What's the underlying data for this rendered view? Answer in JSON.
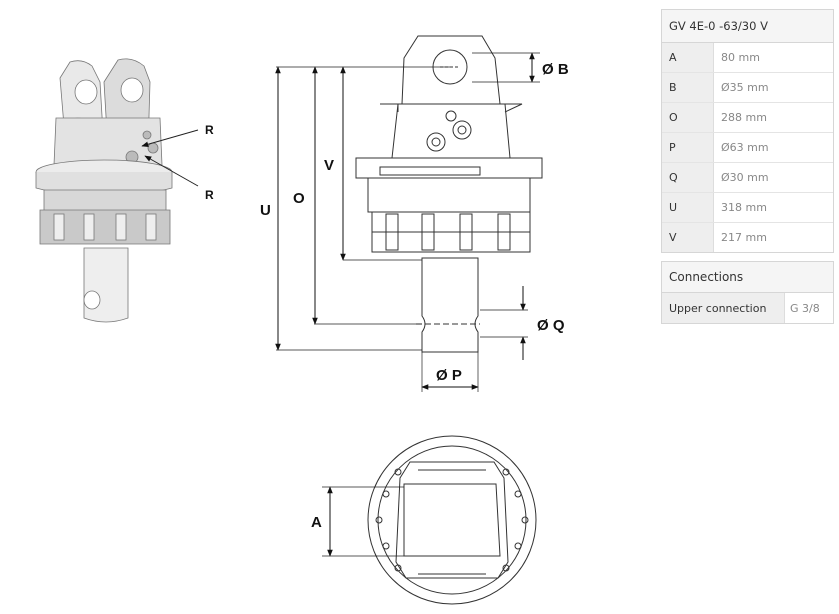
{
  "labels": {
    "B": "Ø B",
    "V": "V",
    "O": "O",
    "U": "U",
    "Q": "Ø Q",
    "P": "Ø P",
    "A": "A",
    "R1": "R",
    "R2": "R"
  },
  "spec": {
    "title": "GV 4E-0 -63/30 V",
    "rows": [
      {
        "key": "A",
        "value": "80 mm"
      },
      {
        "key": "B",
        "value": "Ø35 mm"
      },
      {
        "key": "O",
        "value": "288 mm"
      },
      {
        "key": "P",
        "value": "Ø63 mm"
      },
      {
        "key": "Q",
        "value": "Ø30 mm"
      },
      {
        "key": "U",
        "value": "318 mm"
      },
      {
        "key": "V",
        "value": "217 mm"
      }
    ]
  },
  "connections": {
    "title": "Connections",
    "rows": [
      {
        "key": "Upper connection",
        "value": "G 3/8"
      }
    ]
  }
}
